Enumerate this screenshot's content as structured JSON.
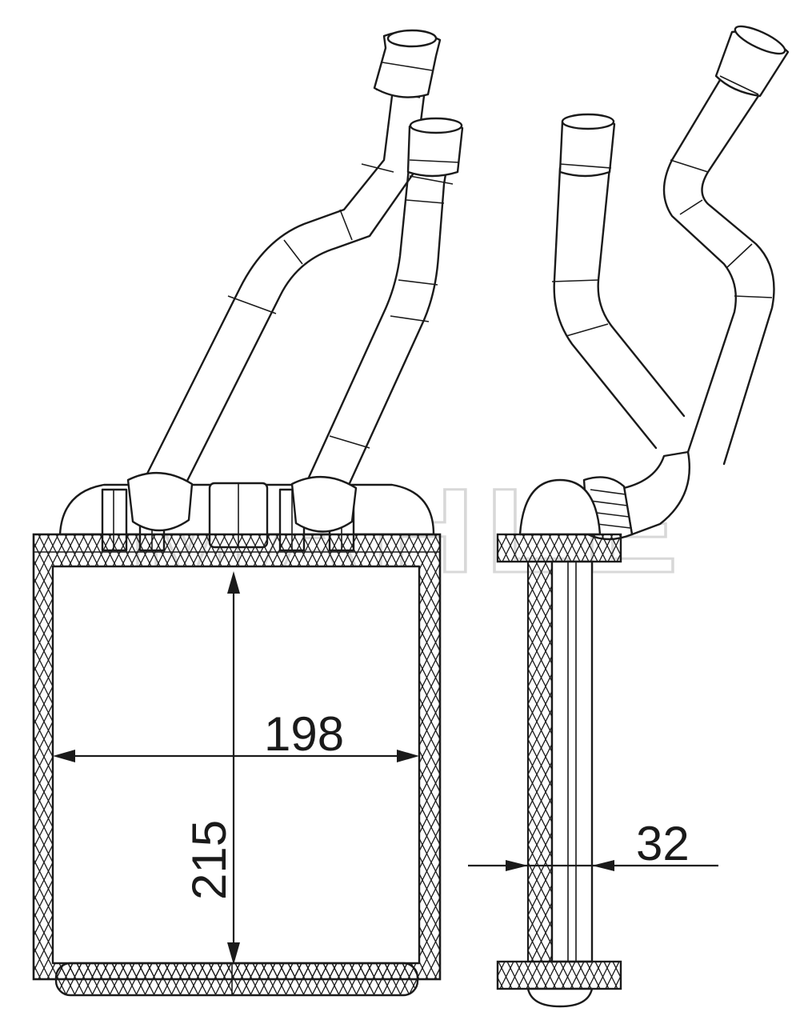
{
  "watermark": "MAHLE",
  "dimensions": {
    "width": "198",
    "height": "215",
    "depth": "32"
  }
}
